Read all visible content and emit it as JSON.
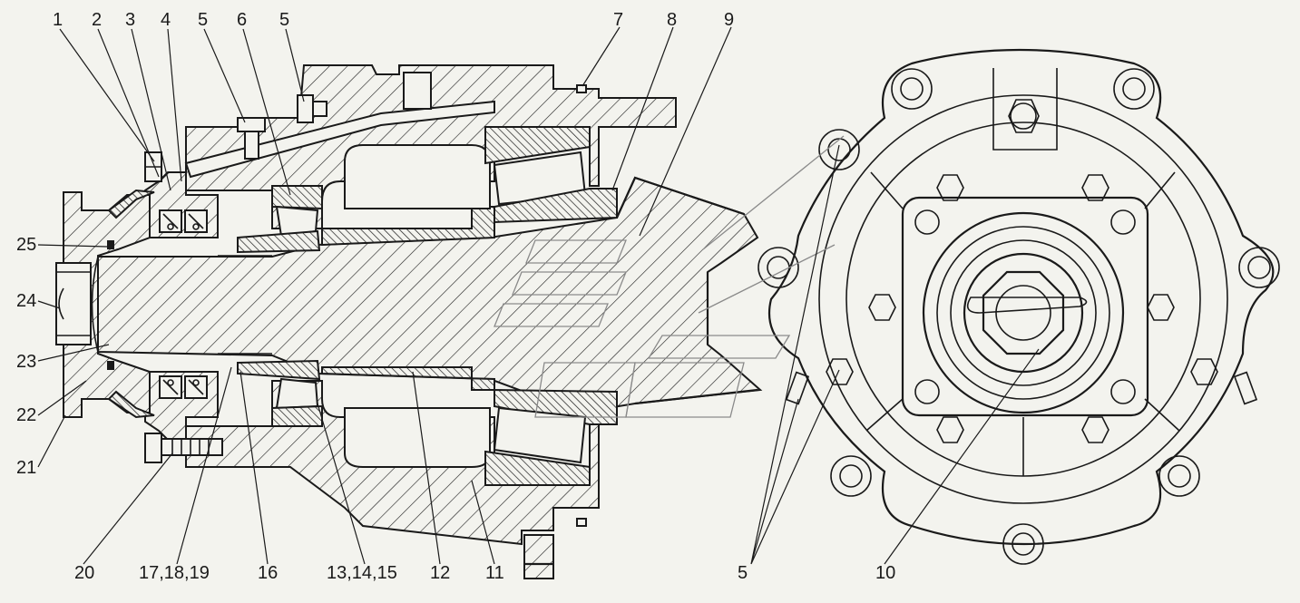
{
  "diagram": {
    "callouts": [
      {
        "id": "c1",
        "text": "1"
      },
      {
        "id": "c2",
        "text": "2"
      },
      {
        "id": "c3",
        "text": "3"
      },
      {
        "id": "c4",
        "text": "4"
      },
      {
        "id": "c5a",
        "text": "5"
      },
      {
        "id": "c6",
        "text": "6"
      },
      {
        "id": "c5b",
        "text": "5"
      },
      {
        "id": "c7",
        "text": "7"
      },
      {
        "id": "c8",
        "text": "8"
      },
      {
        "id": "c9",
        "text": "9"
      },
      {
        "id": "c25",
        "text": "25"
      },
      {
        "id": "c24",
        "text": "24"
      },
      {
        "id": "c23",
        "text": "23"
      },
      {
        "id": "c22",
        "text": "22"
      },
      {
        "id": "c21",
        "text": "21"
      },
      {
        "id": "c20",
        "text": "20"
      },
      {
        "id": "c171819",
        "text": "17,18,19"
      },
      {
        "id": "c16",
        "text": "16"
      },
      {
        "id": "c131415",
        "text": "13,14,15"
      },
      {
        "id": "c12",
        "text": "12"
      },
      {
        "id": "c11",
        "text": "11"
      },
      {
        "id": "c5c",
        "text": "5"
      },
      {
        "id": "c10",
        "text": "10"
      }
    ]
  },
  "colors": {
    "background": "#f3f3ee",
    "ink": "#1a1a1a",
    "watermark": "#8a8a8a"
  }
}
